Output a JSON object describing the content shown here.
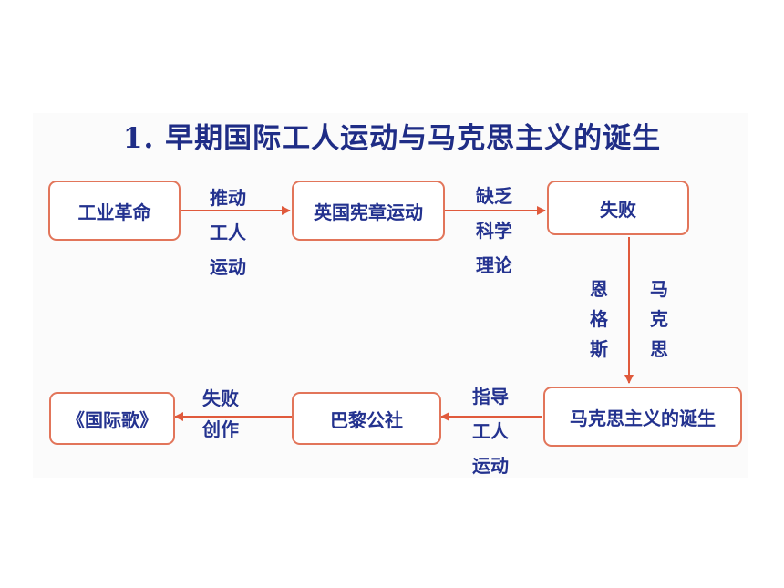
{
  "title": "1. 早期国际工人运动与马克思主义的诞生",
  "nodes": {
    "industrial_revolution": "工业革命",
    "chartist_movement": "英国宪章运动",
    "failure": "失败",
    "birth_of_marxism": "马克思主义的诞生",
    "paris_commune": "巴黎公社",
    "internationale": "《国际歌》"
  },
  "edges": {
    "promote_workers_movement": [
      "推动",
      "工人",
      "运动"
    ],
    "lack_scientific_theory": [
      "缺乏",
      "科学",
      "理论"
    ],
    "engels": [
      "恩",
      "格",
      "斯"
    ],
    "marx": [
      "马",
      "克",
      "思"
    ],
    "guide_workers_movement": [
      "指导",
      "工人",
      "运动"
    ],
    "failure_creation": [
      "失败",
      "创作"
    ]
  },
  "colors": {
    "title": "#1f2d86",
    "text": "#23328f",
    "box_border": "#e2755a",
    "arrow": "#e05a3c"
  }
}
